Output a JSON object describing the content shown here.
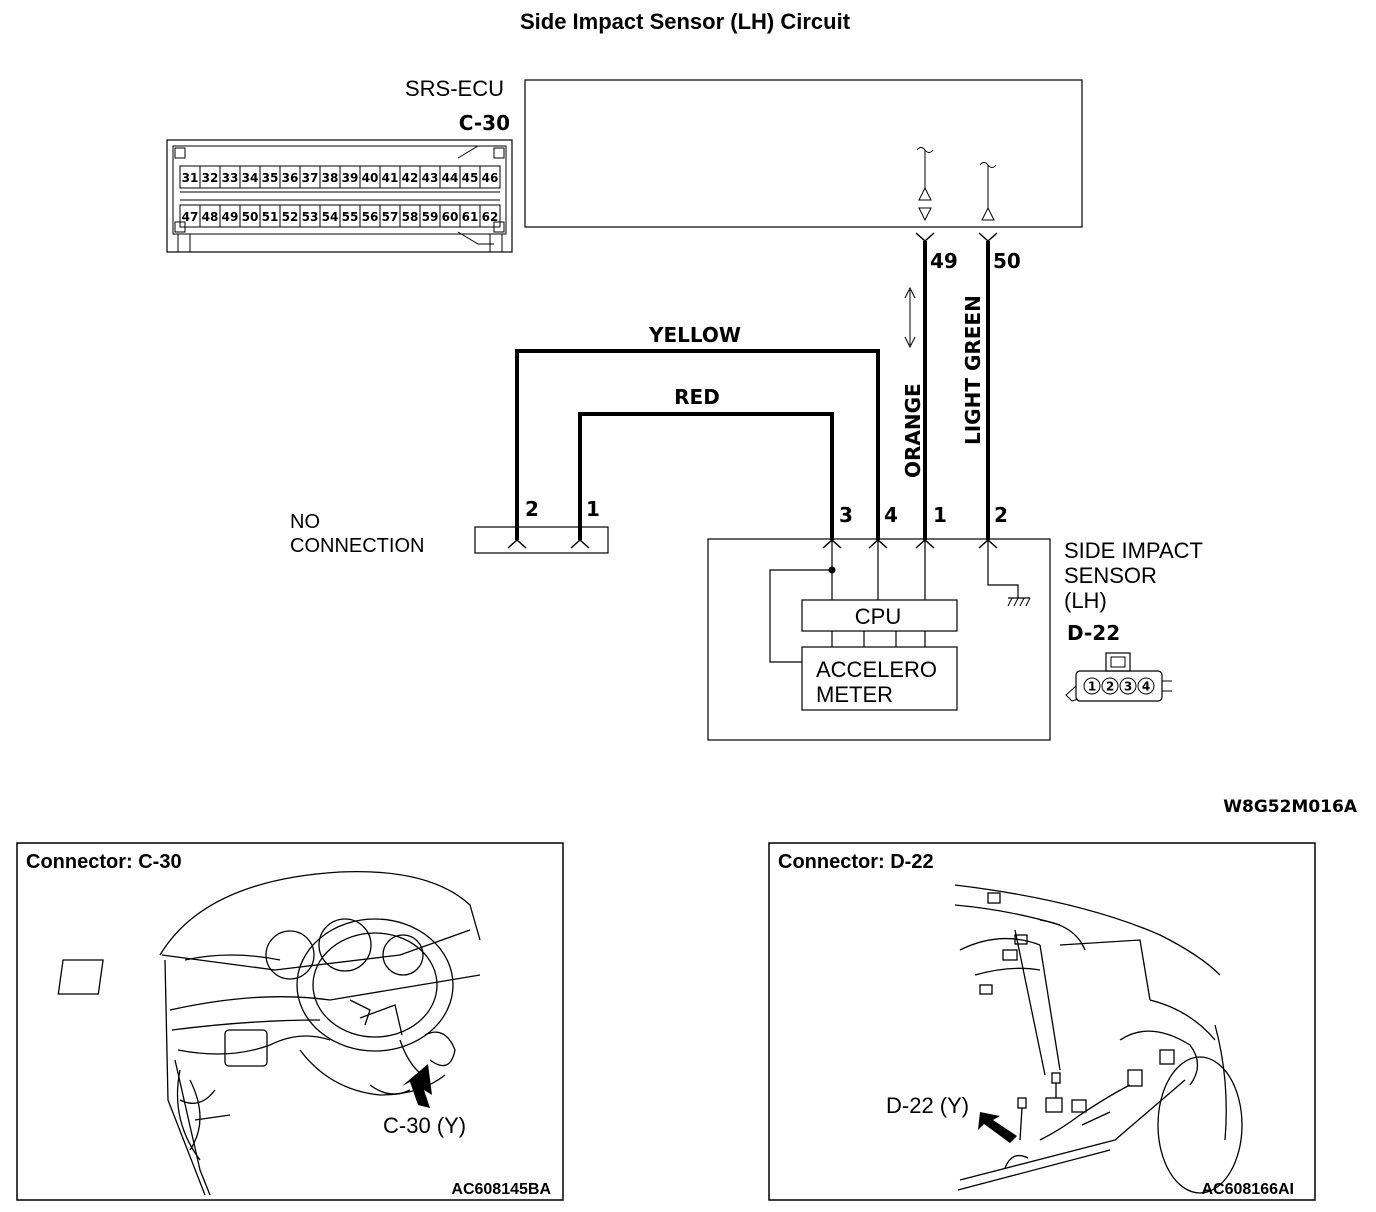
{
  "title": "Side Impact Sensor (LH) Circuit",
  "ecu": {
    "name": "SRS-ECU",
    "connector": "C-30",
    "pins_top": [
      "31",
      "32",
      "33",
      "34",
      "35",
      "36",
      "37",
      "38",
      "39",
      "40",
      "41",
      "42",
      "43",
      "44",
      "45",
      "46"
    ],
    "pins_bottom": [
      "47",
      "48",
      "49",
      "50",
      "51",
      "52",
      "53",
      "54",
      "55",
      "56",
      "57",
      "58",
      "59",
      "60",
      "61",
      "62"
    ],
    "terminal_49": "49",
    "terminal_50": "50"
  },
  "wires": {
    "yellow": "YELLOW",
    "red": "RED",
    "orange": "ORANGE",
    "light_green": "LIGHT GREEN"
  },
  "no_connection": {
    "line1": "NO",
    "line2": "CONNECTION",
    "pin_2": "2",
    "pin_1": "1"
  },
  "sensor": {
    "line1": "SIDE IMPACT",
    "line2": "SENSOR",
    "line3": "(LH)",
    "connector": "D-22",
    "pin_3": "3",
    "pin_4": "4",
    "pin_1": "1",
    "pin_2": "2",
    "cpu": "CPU",
    "accel_line1": "ACCELERO",
    "accel_line2": "METER",
    "face_pins": [
      "1",
      "2",
      "3",
      "4"
    ]
  },
  "diagram_code": "W8G52M016A",
  "panel_left": {
    "title": "Connector: C-30",
    "callout": "C-30 (Y)",
    "code": "AC608145BA"
  },
  "panel_right": {
    "title": "Connector: D-22",
    "callout": "D-22 (Y)",
    "code": "AC608166AI"
  }
}
